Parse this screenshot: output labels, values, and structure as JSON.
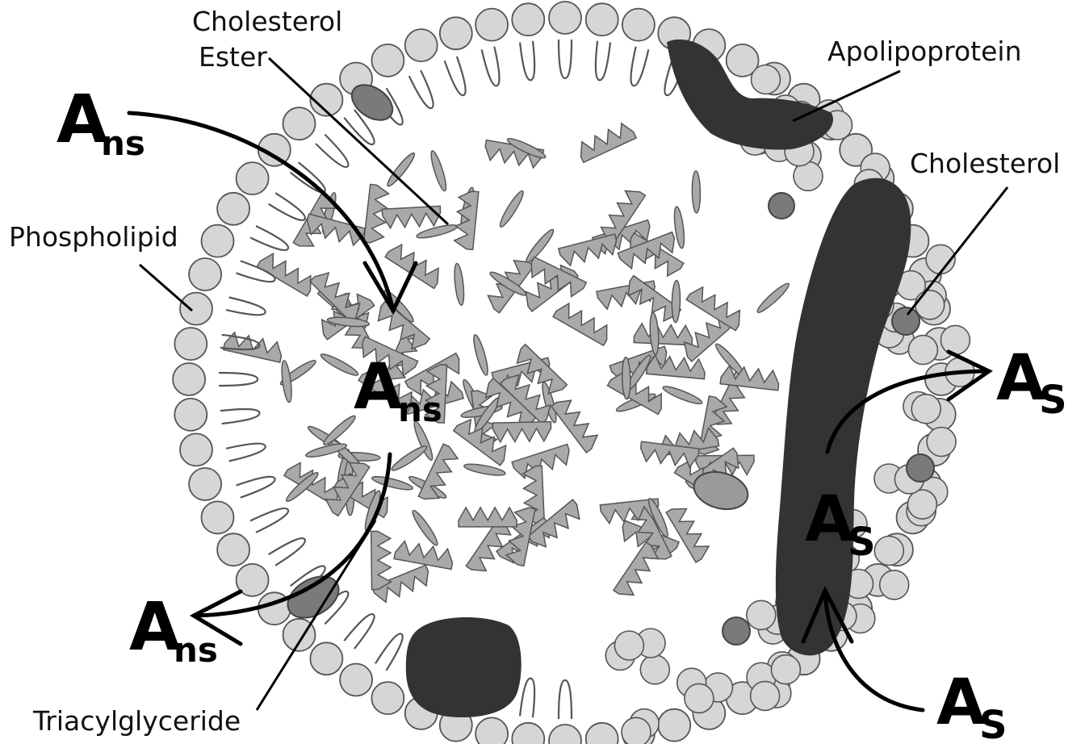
{
  "labels": {
    "cholesterol_ester_1": "Cholesterol",
    "cholesterol_ester_2": "Ester",
    "apolipoprotein": "Apolipoprotein",
    "cholesterol": "Cholesterol",
    "phospholipid": "Phospholipid",
    "triacylglyceride": "Triacylglyceride"
  },
  "symbols": {
    "ans": {
      "main": "A",
      "sub": "ns"
    },
    "as": {
      "main": "A",
      "sub": "S"
    }
  },
  "colors": {
    "outer_head": "#d6d6d6",
    "shell_stroke": "#555555",
    "core_piece": "#a9a9a9",
    "apolipoprotein": "#333333",
    "cholesterol": "#7a7a7a",
    "arrow": "#000000"
  }
}
